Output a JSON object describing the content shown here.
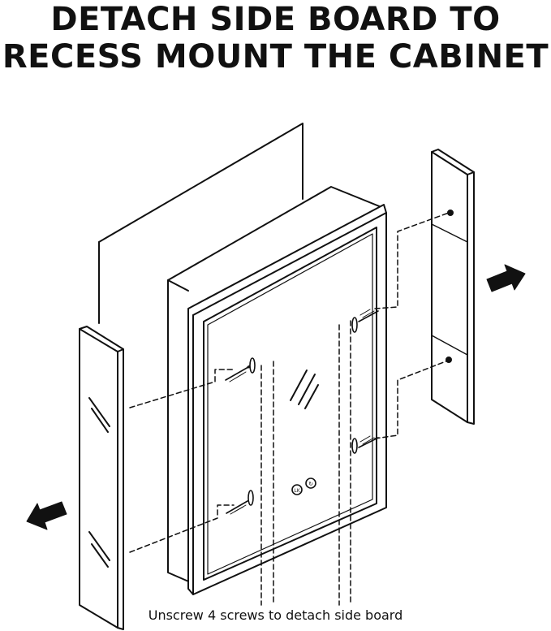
{
  "title": {
    "line1": "DETACH SIDE BOARD TO",
    "line2": "RECESS MOUNT THE CABINET"
  },
  "caption": "Unscrew 4 screws to detach side board",
  "control_labels": [
    "LK",
    "↻"
  ],
  "colors": {
    "ink": "#111111",
    "background": "#ffffff"
  },
  "icons": [
    "arrow-left-icon",
    "arrow-right-icon",
    "screw-icon"
  ]
}
